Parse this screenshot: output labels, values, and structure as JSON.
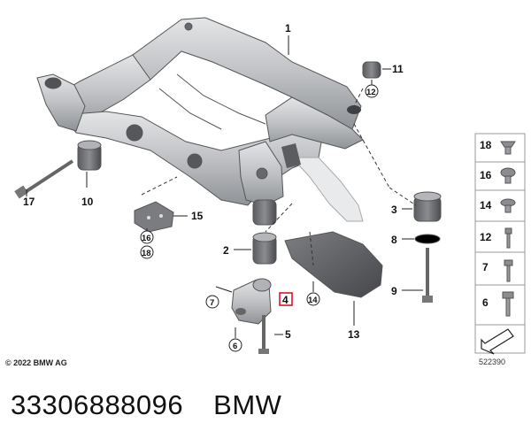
{
  "diagram": {
    "callouts": {
      "c1": "1",
      "c2": "2",
      "c3": "3",
      "c4": "4",
      "c5": "5",
      "c6": "6",
      "c7": "7",
      "c8": "8",
      "c9": "9",
      "c10": "10",
      "c11": "11",
      "c12": "12",
      "c13": "13",
      "c14": "14",
      "c15": "15",
      "c16": "16",
      "c17": "17",
      "c18": "18"
    },
    "legend": {
      "items": [
        "18",
        "16",
        "14",
        "12",
        "7",
        "6"
      ]
    },
    "copyright": "© 2022 BMW AG",
    "document_number": "522390"
  },
  "footer": {
    "part_number": "33306888096",
    "brand": "BMW"
  },
  "colors": {
    "frame_fill": "#c9cbcd",
    "frame_shadow": "#8d9094",
    "highlight_box": "#e0001b",
    "legend_border": "#9a9a9a"
  }
}
